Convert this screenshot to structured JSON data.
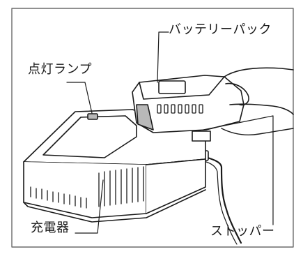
{
  "labels": {
    "battery_pack": "バッテリーパック",
    "indicator_lamp": "点灯ランプ",
    "charger": "充電器",
    "stopper": "ストッパー"
  },
  "colors": {
    "background": "#ffffff",
    "frame": "#6b6b6b",
    "line": "#1a1a1a",
    "shade": "#b9b9b9"
  }
}
